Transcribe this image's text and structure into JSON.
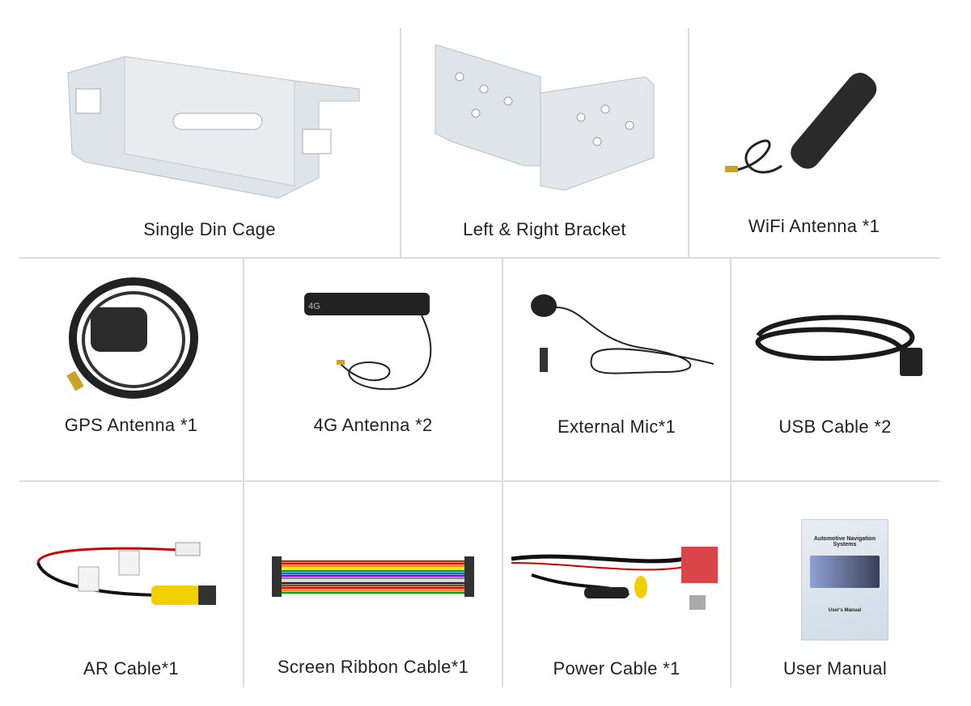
{
  "items": [
    {
      "label": "Single Din Cage",
      "icon": "metal-cage-icon"
    },
    {
      "label": "Left & Right Bracket",
      "icon": "bracket-icon"
    },
    {
      "label": "WiFi Antenna *1",
      "icon": "wifi-antenna-icon"
    },
    {
      "label": "GPS Antenna *1",
      "icon": "gps-antenna-icon"
    },
    {
      "label": "4G Antenna *2",
      "icon": "4g-antenna-icon"
    },
    {
      "label": "External Mic*1",
      "icon": "microphone-icon"
    },
    {
      "label": "USB Cable *2",
      "icon": "usb-cable-icon"
    },
    {
      "label": "AR Cable*1",
      "icon": "ar-cable-icon"
    },
    {
      "label": "Screen Ribbon Cable*1",
      "icon": "ribbon-cable-icon"
    },
    {
      "label": "Power Cable *1",
      "icon": "power-cable-icon"
    },
    {
      "label": "User Manual",
      "icon": "manual-icon"
    }
  ],
  "antenna_badge": "4G",
  "manual": {
    "title": "Automotive Navigation Systems",
    "subtitle": "User's Manual"
  },
  "colors": {
    "divider": "#dcdcdc",
    "text": "#222222",
    "metal": "#dfe4e8"
  }
}
